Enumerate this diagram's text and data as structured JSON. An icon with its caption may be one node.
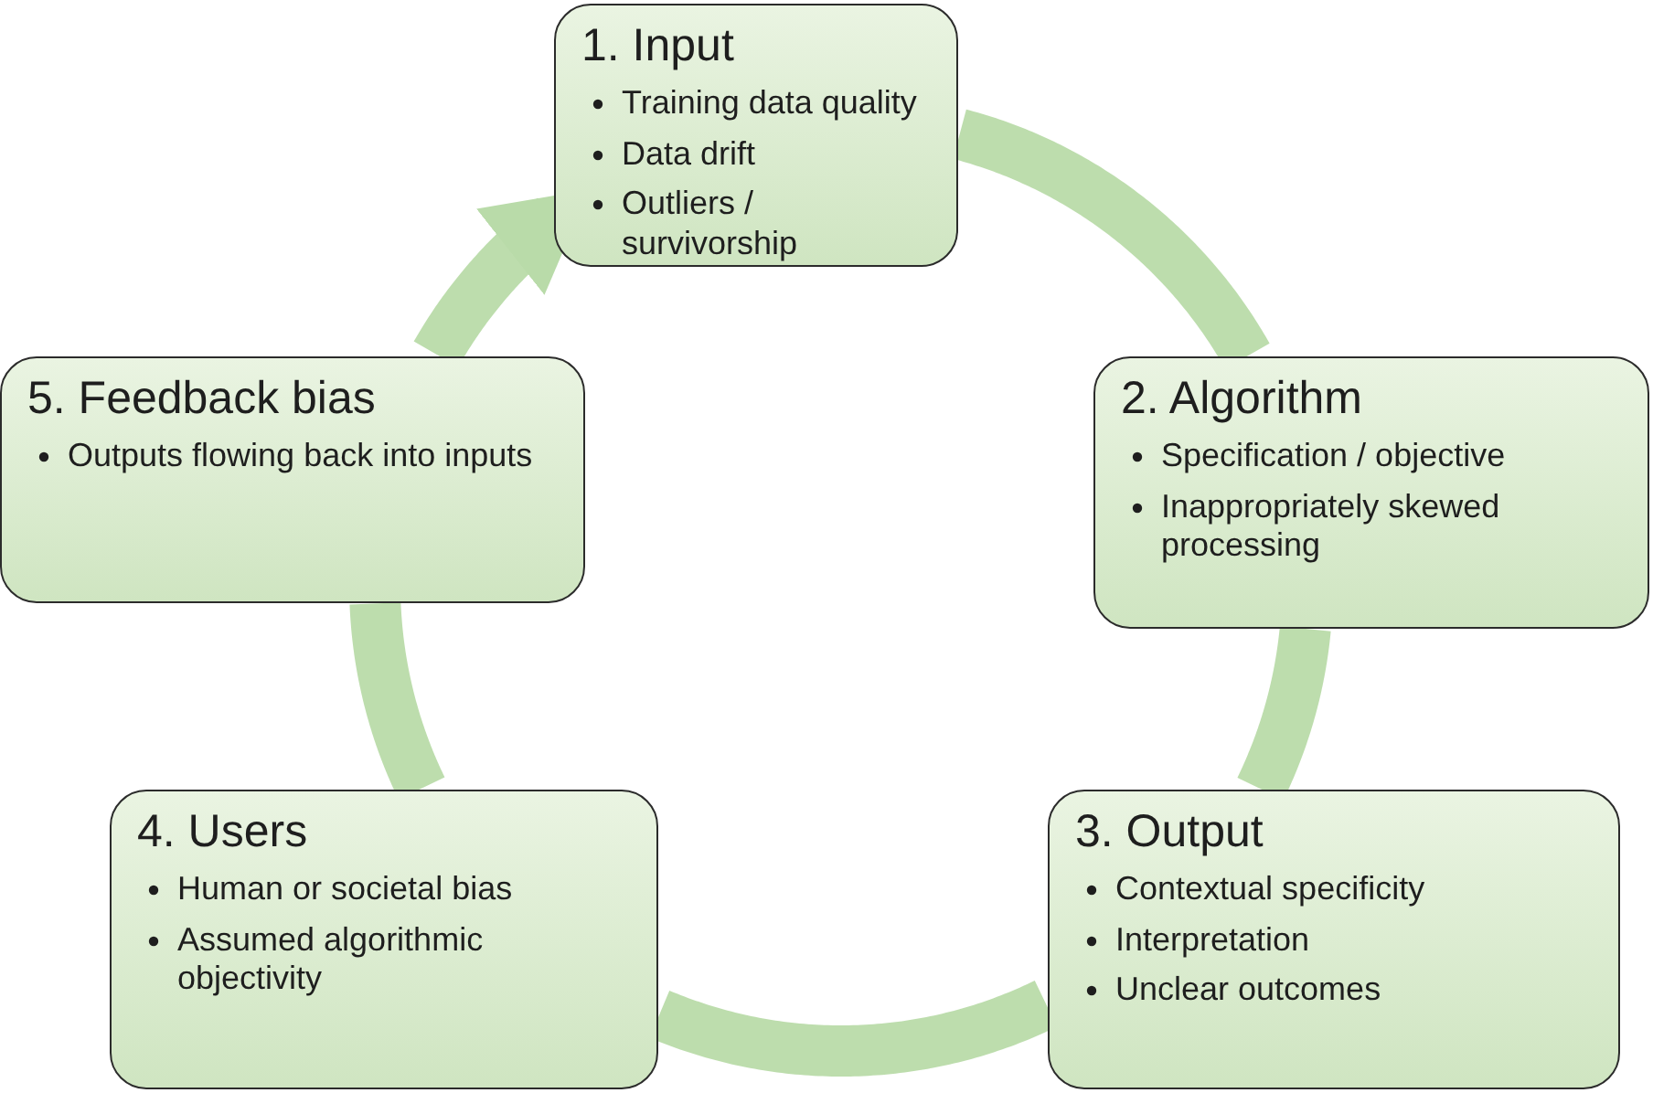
{
  "diagram": {
    "nodes": [
      {
        "text": [
          "1. Input",
          "Training data quality",
          "Data drift",
          "Outliers / survivorship"
        ]
      },
      {
        "text": [
          "2. Algorithm",
          "Specification / objective",
          "Inappropriately skewed processing"
        ]
      },
      {
        "text": [
          "3. Output",
          "Contextual specificity",
          "Interpretation",
          "Unclear outcomes"
        ]
      },
      {
        "text": [
          "4. Users",
          "Human or societal bias",
          "Assumed algorithmic objectivity"
        ]
      },
      {
        "text": [
          "5. Feedback bias",
          "Outputs flowing back into inputs"
        ]
      }
    ],
    "edges": [
      {
        "from": 0,
        "to": 1,
        "arrow": "none"
      },
      {
        "from": 1,
        "to": 2,
        "arrow": "none"
      },
      {
        "from": 2,
        "to": 3,
        "arrow": "none"
      },
      {
        "from": 3,
        "to": 4,
        "arrow": "none"
      },
      {
        "from": 4,
        "to": 0,
        "arrow": "to"
      }
    ]
  }
}
